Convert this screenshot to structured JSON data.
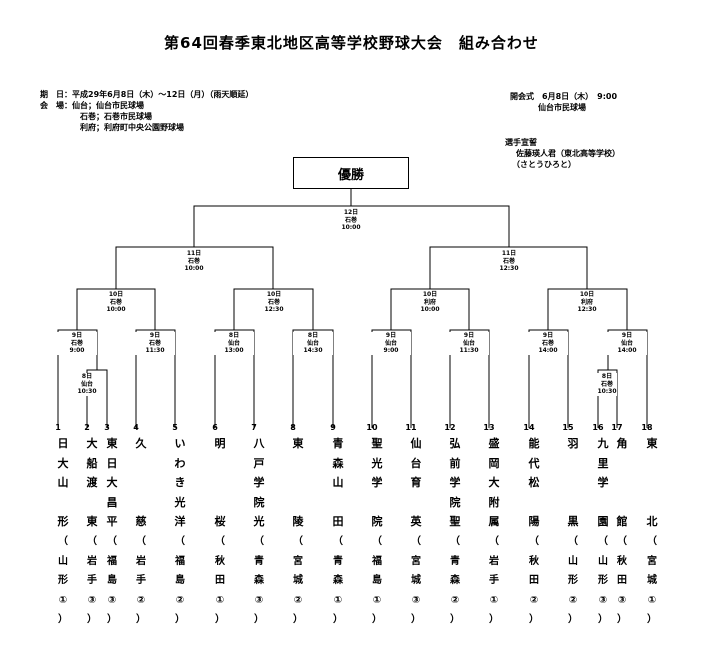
{
  "title": "第64回春季東北地区高等学校野球大会　組み合わせ",
  "info": {
    "period": "期　日：平成29年6月8日（木）～12日（月）（雨天順延）",
    "venue_head": "会　場：仙台；仙台市民球場",
    "venue_2": "石巻；石巻市民球場",
    "venue_3": "利府；利府町中央公園野球場"
  },
  "opening": {
    "line1": "開会式　6月8日（木）　9:00",
    "line2": "仙台市民球場"
  },
  "oath": {
    "line1": "選手宣誓",
    "line2": "佐藤瑛人君（東北高等学校）",
    "line3": "（さとうひろと）"
  },
  "champion_label": "優勝",
  "matches": {
    "final": "12日\n石巻\n10:00",
    "sf_left": "11日\n石巻\n10:00",
    "sf_right": "11日\n石巻\n12:30",
    "qf1": "10日\n石巻\n10:00",
    "qf2": "10日\n石巻\n12:30",
    "qf3": "10日\n利府\n10:00",
    "qf4": "10日\n利府\n12:30",
    "r1a": "9日\n石巻\n9:00",
    "r1b": "9日\n石巻\n11:30",
    "r1c": "8日\n仙台\n13:00",
    "r1d": "8日\n仙台\n14:30",
    "r1e": "9日\n仙台\n9:00",
    "r1f": "9日\n仙台\n11:30",
    "r1g": "9日\n石巻\n14:00",
    "r1h": "9日\n仙台\n14:00",
    "pre1": "8日\n仙台\n10:30",
    "pre2": "8日\n石巻\n10:30"
  },
  "teams": [
    {
      "no": "1",
      "name": "日大山形",
      "pref": "（山形①）"
    },
    {
      "no": "2",
      "name": "大船渡東",
      "pref": "（岩手③）"
    },
    {
      "no": "3",
      "name": "東日大昌平",
      "pref": "（福島③）"
    },
    {
      "no": "4",
      "name": "久慈",
      "pref": "（岩手②）"
    },
    {
      "no": "5",
      "name": "いわき光洋",
      "pref": "（福島②）"
    },
    {
      "no": "6",
      "name": "明桜",
      "pref": "（秋田①）"
    },
    {
      "no": "7",
      "name": "八戸学院光星",
      "pref": "（青森③）"
    },
    {
      "no": "8",
      "name": "東陵",
      "pref": "（宮城②）"
    },
    {
      "no": "9",
      "name": "青森山田",
      "pref": "（青森①）"
    },
    {
      "no": "10",
      "name": "聖光学院",
      "pref": "（福島①）"
    },
    {
      "no": "11",
      "name": "仙台育英",
      "pref": "（宮城③）"
    },
    {
      "no": "12",
      "name": "弘前学院聖愛",
      "pref": "（青森②）"
    },
    {
      "no": "13",
      "name": "盛岡大附属",
      "pref": "（岩手①）"
    },
    {
      "no": "14",
      "name": "能代松陽",
      "pref": "（秋田②）"
    },
    {
      "no": "15",
      "name": "羽黒",
      "pref": "（山形②）"
    },
    {
      "no": "16",
      "name": "九里学園",
      "pref": "（山形③）"
    },
    {
      "no": "17",
      "name": "角館",
      "pref": "（秋田③）"
    },
    {
      "no": "18",
      "name": "東北",
      "pref": "（宮城①）"
    }
  ]
}
